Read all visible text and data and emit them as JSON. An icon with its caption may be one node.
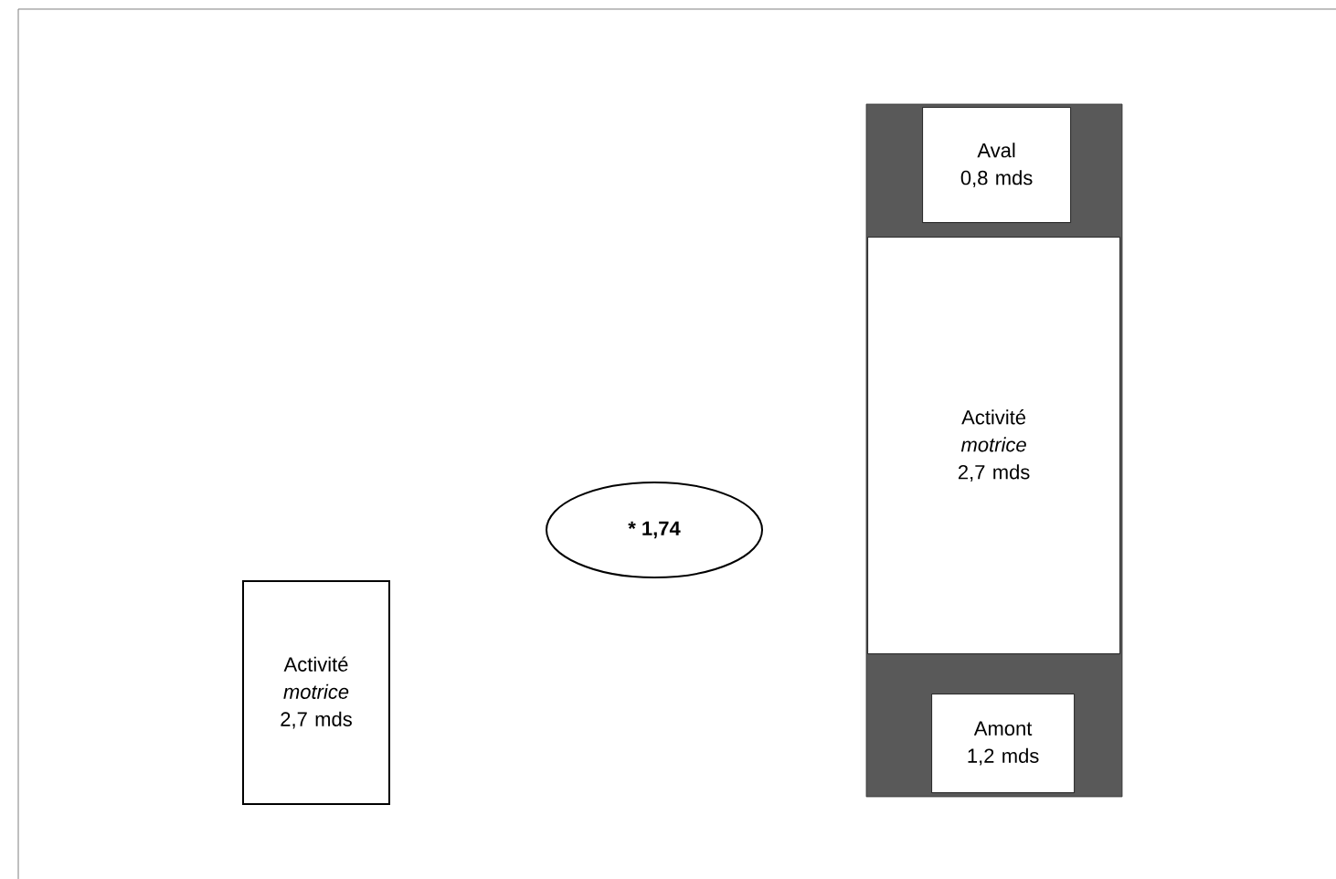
{
  "diagram": {
    "nodes": [
      {
        "text": [
          "Activité *motrice* 2,7 mds"
        ]
      },
      {
        "text": [
          "* 1,74"
        ]
      },
      {
        "text": [],
        "shape": "box"
      },
      {
        "text": [
          "Aval 0,8 mds"
        ],
        "in": 2
      },
      {
        "text": [
          "Activité *motrice* 2,7 mds"
        ],
        "in": 2
      },
      {
        "text": [
          "Amont 1,2 mds"
        ],
        "in": 2
      }
    ]
  }
}
